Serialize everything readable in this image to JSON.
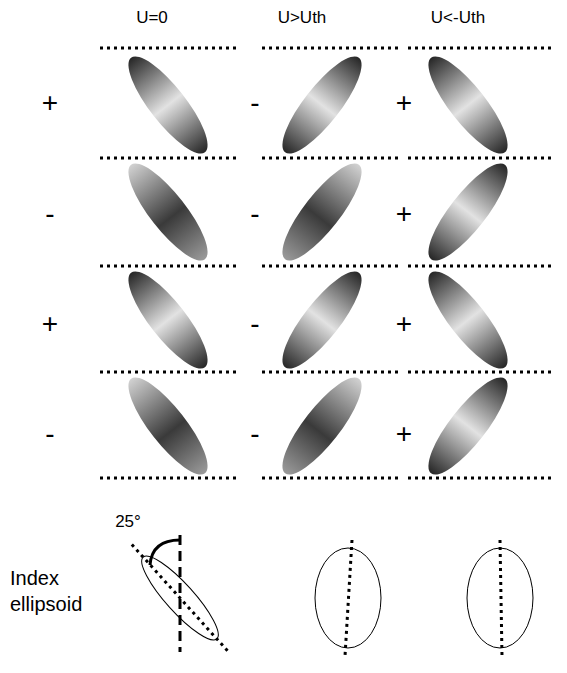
{
  "diagram": {
    "labels": [
      "U=0",
      "U>Uth",
      "U<-Uth",
      "+",
      "-",
      "+",
      "-",
      "-",
      "+",
      "+",
      "-",
      "+",
      "-",
      "-",
      "+",
      "25°",
      "Index ellipsoid"
    ]
  }
}
